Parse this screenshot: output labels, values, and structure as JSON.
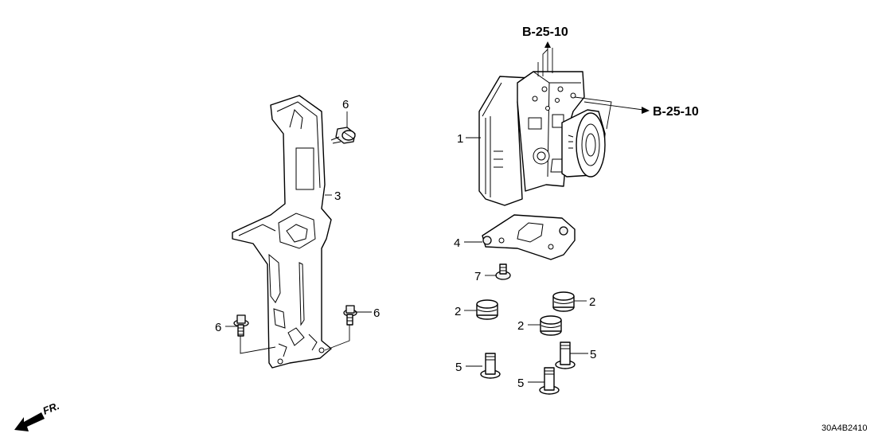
{
  "diagram": {
    "reference_labels": {
      "top": "B-25-10",
      "right": "B-25-10"
    },
    "callouts": {
      "modulator": "1",
      "bracket": "3",
      "bolt_top": "6",
      "bolt_left": "6",
      "bolt_right": "6",
      "plate": "4",
      "bolt_small": "7",
      "grommet_a": "2",
      "grommet_b": "2",
      "grommet_c": "2",
      "collar_a": "5",
      "collar_b": "5",
      "collar_c": "5"
    },
    "direction_marker": "FR.",
    "diagram_code": "30A4B2410"
  }
}
